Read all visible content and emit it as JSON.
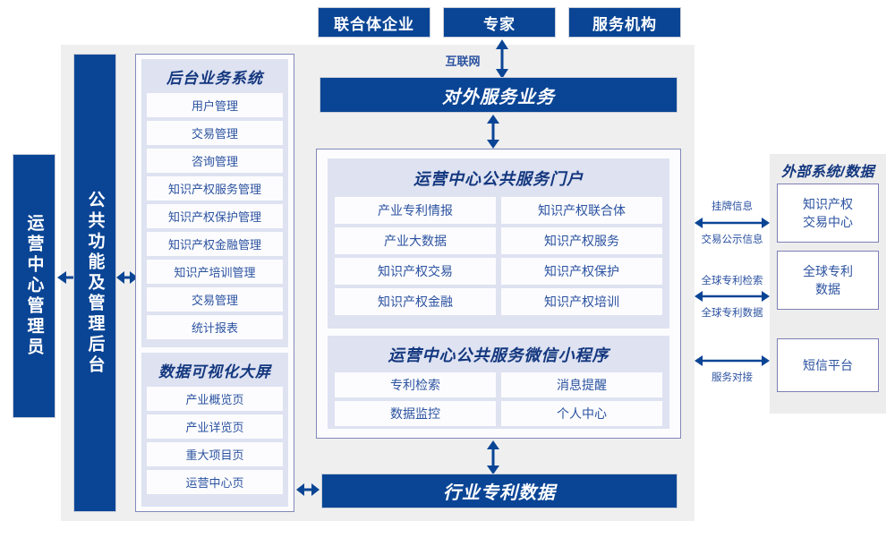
{
  "colors": {
    "primary_blue": "#0A4595",
    "stage_gray": "#EFEFEF",
    "lavender": "#DEE2F1",
    "panel_border": "#8189B9",
    "text_blue": "#2B52A0",
    "title_blue": "#13377F"
  },
  "top_actors": [
    {
      "label": "联合体企业"
    },
    {
      "label": "专家"
    },
    {
      "label": "服务机构"
    }
  ],
  "internet_label": "互联网",
  "external_service_bar": "对外服务业务",
  "left_bars": [
    {
      "label": "运营中心管理员"
    },
    {
      "label": "公共功能及管理后台"
    }
  ],
  "backoffice": {
    "title": "后台业务系统",
    "items": [
      "用户管理",
      "交易管理",
      "咨询管理",
      "知识产权服务管理",
      "知识产权保护管理",
      "知识产权金融管理",
      "知识产培训管理",
      "交易管理",
      "统计报表"
    ]
  },
  "dataviz": {
    "title": "数据可视化大屏",
    "items": [
      "产业概览页",
      "产业详览页",
      "重大项目页",
      "运营中心页"
    ]
  },
  "portal": {
    "title": "运营中心公共服务门户",
    "items": [
      "产业专利情报",
      "知识产权联合体",
      "产业大数据",
      "知识产权服务",
      "知识产权交易",
      "知识产权保护",
      "知识产权金融",
      "知识产权培训"
    ]
  },
  "miniprogram": {
    "title": "运营中心公共服务微信小程序",
    "items": [
      "专利检索",
      "消息提醒",
      "数据监控",
      "个人中心"
    ]
  },
  "bottom_bar": "行业专利数据",
  "external": {
    "title": "外部系统/数据",
    "boxes": [
      {
        "line1": "知识产权",
        "line2": "交易中心"
      },
      {
        "line1": "全球专利",
        "line2": "数据"
      },
      {
        "line1": "短信平台",
        "line2": ""
      }
    ],
    "connectors": [
      {
        "top": "挂牌信息",
        "bottom": "交易公示信息"
      },
      {
        "top": "全球专利检索",
        "bottom": "全球专利数据"
      },
      {
        "top": "",
        "bottom": "服务对接"
      }
    ]
  }
}
